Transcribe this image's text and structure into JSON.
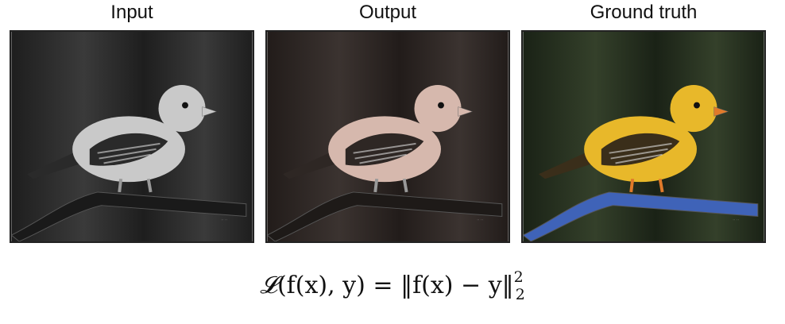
{
  "panels": [
    {
      "title": "Input",
      "style": "grayscale"
    },
    {
      "title": "Output",
      "style": "desaturated"
    },
    {
      "title": "Ground truth",
      "style": "color"
    }
  ],
  "equation": {
    "loss_symbol": "𝓛",
    "lhs_args": "(f(x), y)",
    "equals": "=",
    "rhs_norm": "‖f(x) − y‖",
    "superscript": "2",
    "subscript": "2"
  },
  "colors": {
    "input": {
      "bg1": "#3a3a3a",
      "bg2": "#1e1e1e",
      "bird": "#c9c9c9",
      "wing": "#2a2a2a",
      "perch": "#1a1a1a"
    },
    "output": {
      "bg1": "#3b3330",
      "bg2": "#221c1a",
      "bird": "#d6b8ad",
      "wing": "#2e2724",
      "perch": "#1e1a18"
    },
    "truth": {
      "bg1": "#34402a",
      "bg2": "#1a2216",
      "bird": "#e8b82a",
      "wing": "#3a2e1a",
      "perch": "#3f63b8"
    }
  }
}
